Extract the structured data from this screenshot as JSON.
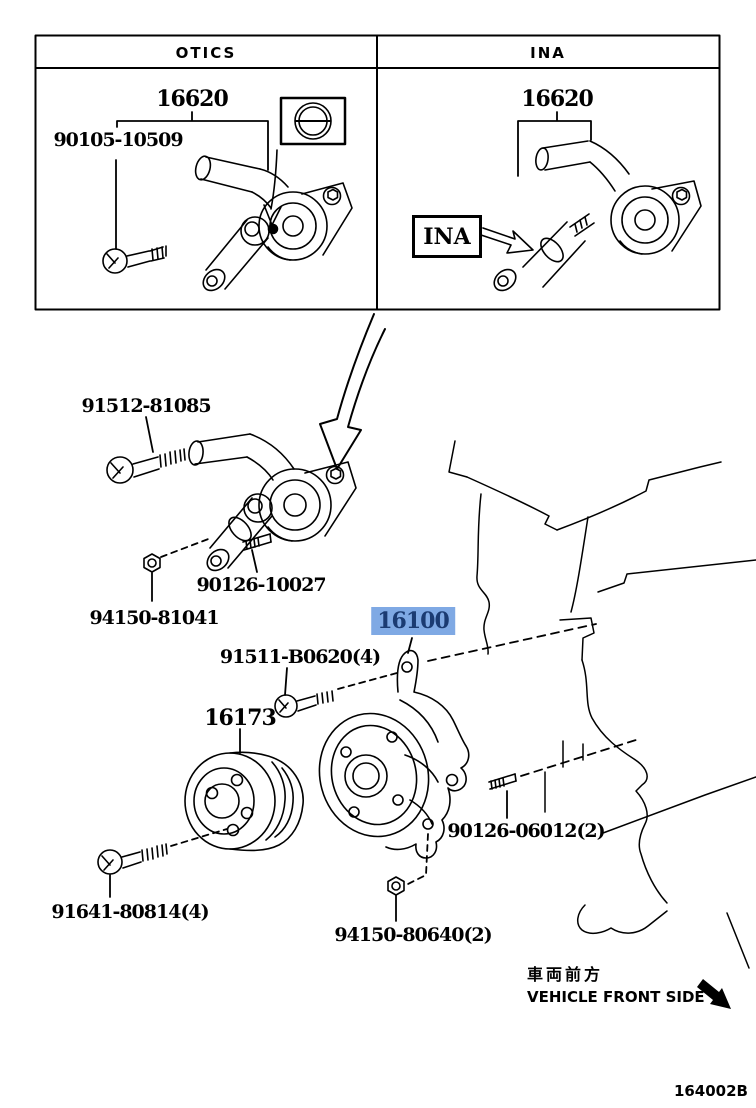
{
  "diagram": {
    "drawing_code": "164002B",
    "highlight_bg": "#7FA9E4",
    "highlight_fg": "#1B3B72",
    "line_color": "#000000"
  },
  "top_panels": {
    "otics": {
      "header": "OTICS",
      "tensioner_part": "16620",
      "bolt_part": "90105-10509"
    },
    "ina": {
      "header": "INA",
      "brand_tag": "INA",
      "tensioner_part": "16620"
    }
  },
  "parts": {
    "tensioner_bolt": "91512-81085",
    "tensioner_stud": "90126-10027",
    "tensioner_nut": "94150-81041",
    "water_pump": "16100",
    "pump_bolt": "91511-B0620(4)",
    "pump_pulley": "16173",
    "pump_stud": "90126-06012(2)",
    "pulley_bolt": "91641-80814(4)",
    "pump_nut": "94150-80640(2)"
  },
  "orientation": {
    "front_label_jp": "車両前方",
    "front_label_en": "VEHICLE FRONT SIDE"
  },
  "icons": {
    "transfer_arrow": "curved-down-left-arrow",
    "front_direction_arrow": "solid-southeast-arrow",
    "pulley_section_icon": "circle-with-axis-line"
  }
}
